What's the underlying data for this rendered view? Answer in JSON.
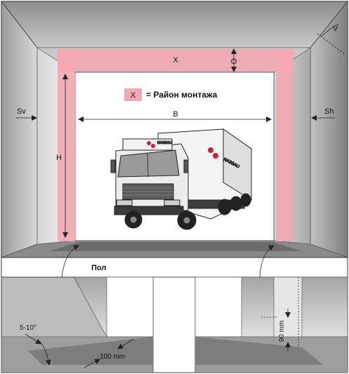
{
  "labels": {
    "x": "X",
    "o": "O",
    "v": "V",
    "sv": "Sv",
    "sh": "Sh",
    "h": "H",
    "b": "B",
    "floor": "Пол",
    "angle": "5-10°",
    "depth": "100 mm",
    "height": "90 mm"
  },
  "legend": {
    "key": "X",
    "text": "= Район монтажа"
  },
  "truck": {
    "brand": "NASSAU"
  },
  "colors": {
    "mount_zone": "#f3a7b1",
    "wall_dark": "#9a9a9a",
    "wall_mid": "#c4c4c4",
    "wall_light": "#e2e2e2",
    "outline": "#333333"
  }
}
